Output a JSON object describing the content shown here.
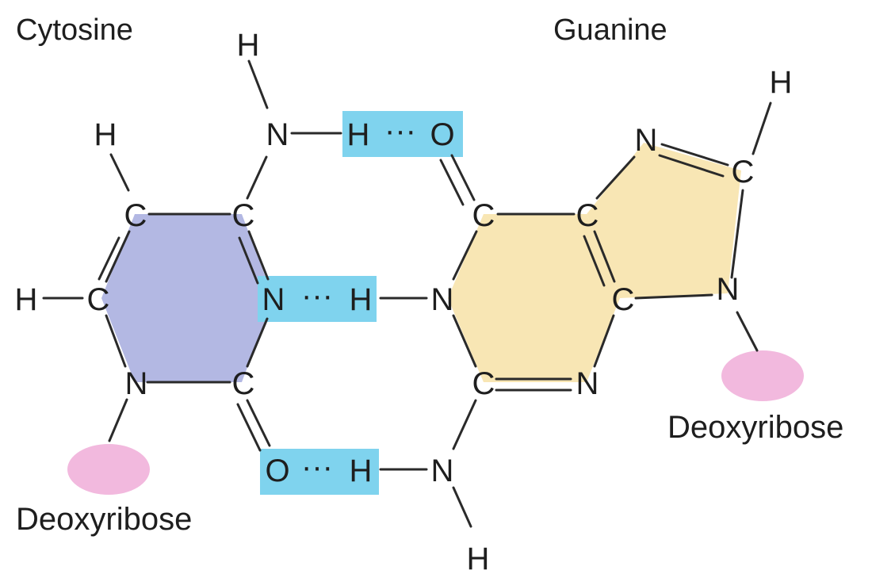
{
  "titles": {
    "left": "Cytosine",
    "right": "Guanine"
  },
  "sugars": {
    "left": "Deoxyribose",
    "right": "Deoxyribose"
  },
  "hbond_dots": "···",
  "atoms": {
    "c_h_top": "H",
    "c_n4": "N",
    "c_h4": "H",
    "c_c5": "C",
    "c_h5": "H",
    "c_c4": "C",
    "c_n3": "N",
    "c_c6": "C",
    "c_h6": "H",
    "c_n1": "N",
    "c_c2": "C",
    "c_o2": "O",
    "g_o6": "O",
    "g_c6": "C",
    "g_c5": "C",
    "g_n7": "N",
    "g_c8": "C",
    "g_h8": "H",
    "g_n1": "N",
    "g_h1": "H",
    "g_c4": "C",
    "g_n9": "N",
    "g_c2": "C",
    "g_n3": "N",
    "g_n2": "N",
    "g_h2a": "H",
    "g_h2b": "H"
  },
  "colors": {
    "cytosine_ring": "#b3b8e3",
    "guanine_ring": "#f8e6b4",
    "hbond_highlight": "#7fd3ee",
    "sugar": "#f2b9de"
  }
}
